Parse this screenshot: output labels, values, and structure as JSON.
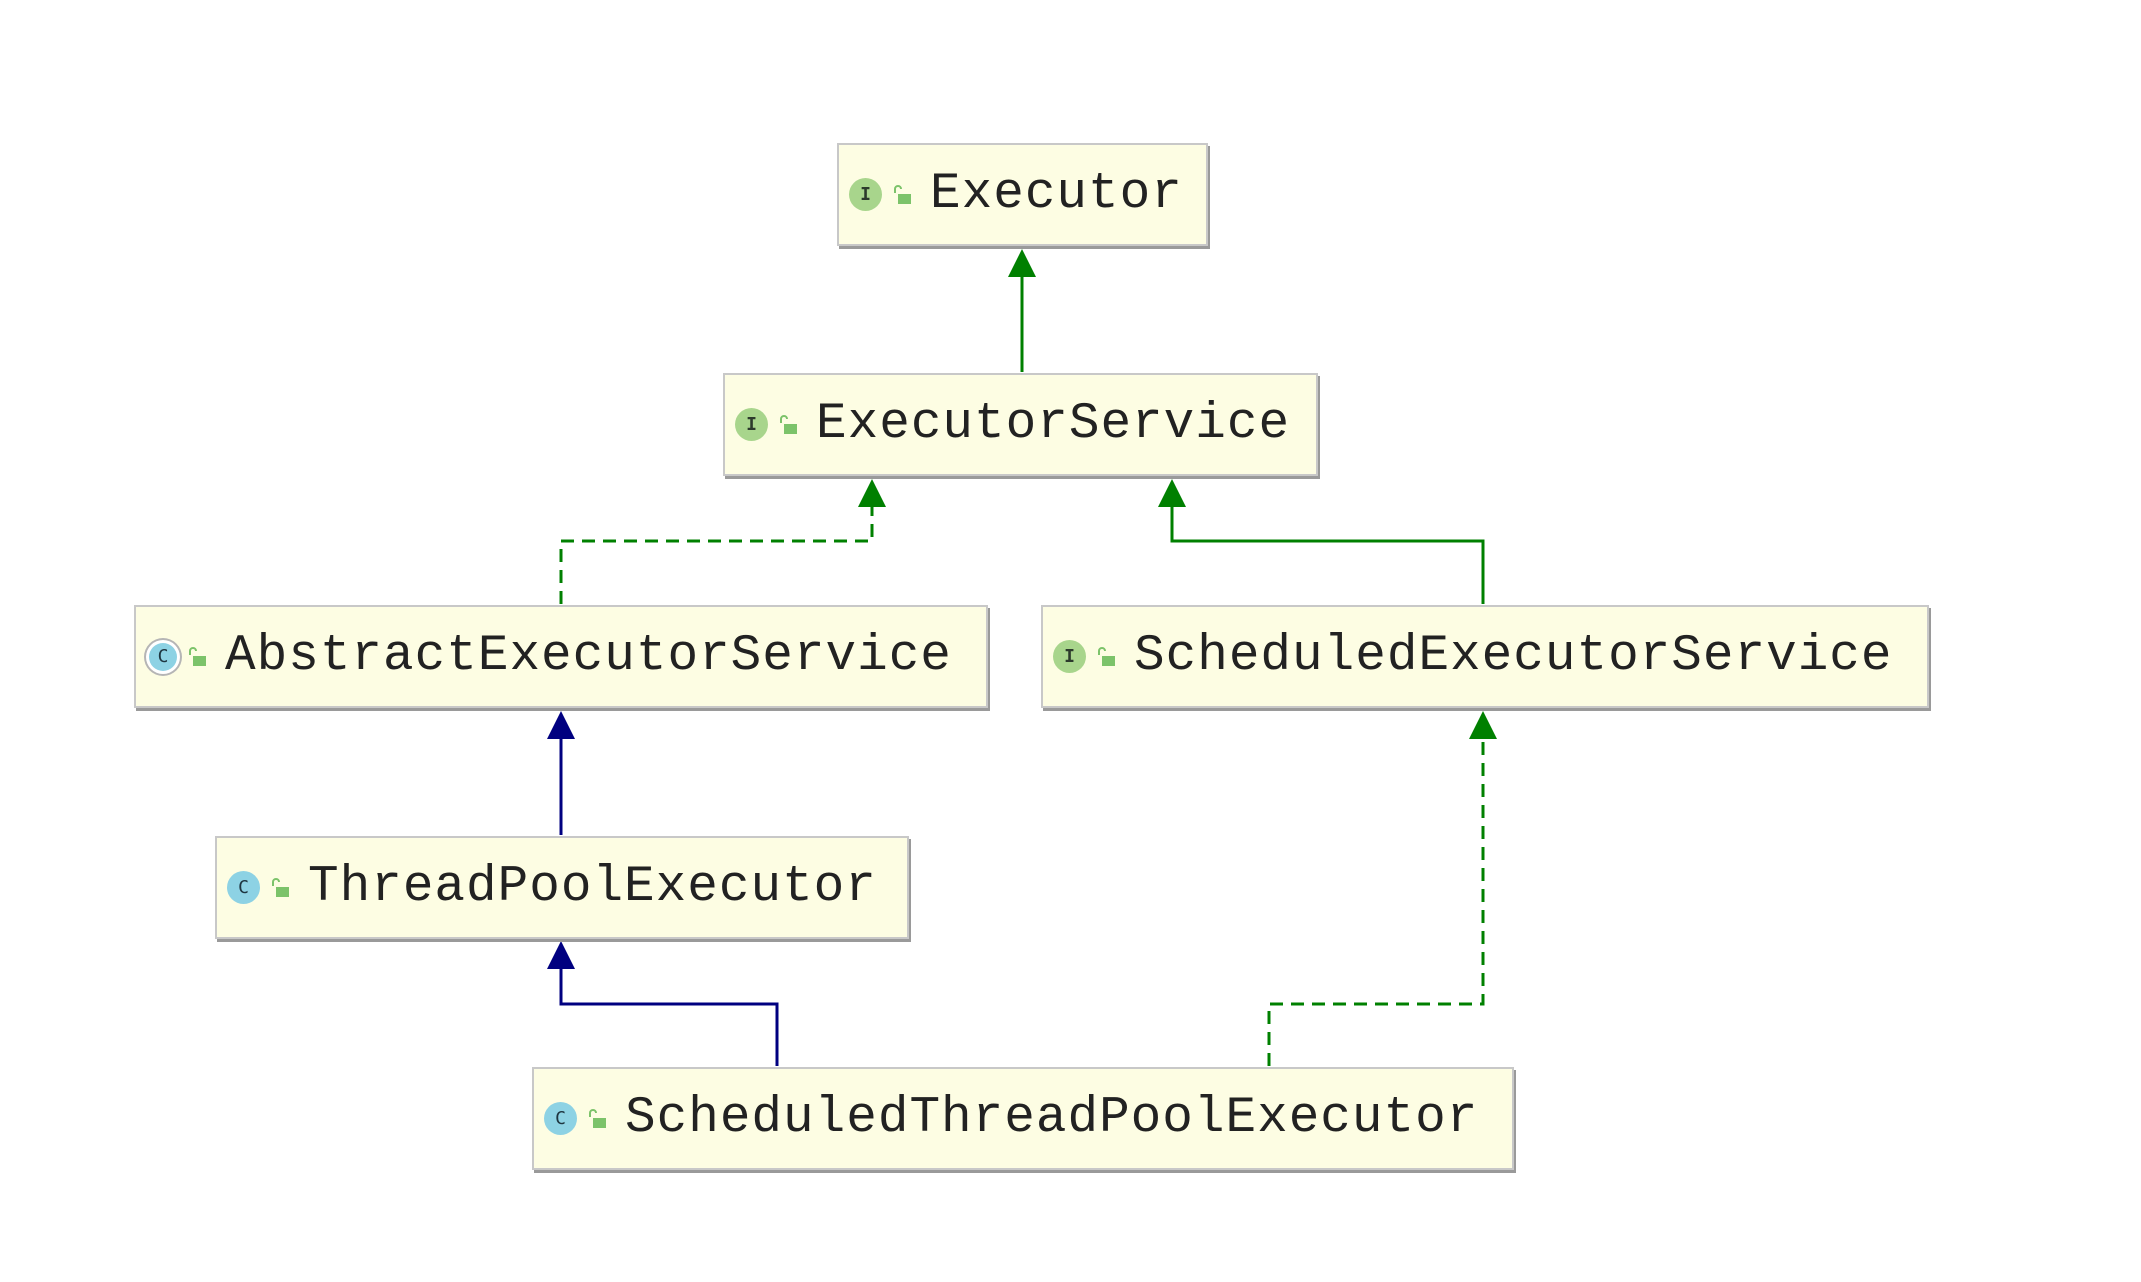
{
  "diagram": {
    "type": "class-hierarchy",
    "nodes": [
      {
        "id": "executor",
        "label": "Executor",
        "kind": "interface",
        "kind_letter": "I",
        "icons": [
          "interface-icon",
          "public-lock-icon"
        ]
      },
      {
        "id": "executor-service",
        "label": "ExecutorService",
        "kind": "interface",
        "kind_letter": "I",
        "icons": [
          "interface-icon",
          "public-lock-icon"
        ]
      },
      {
        "id": "abstract-executor-service",
        "label": "AbstractExecutorService",
        "kind": "abstract-class",
        "kind_letter": "C",
        "icons": [
          "abstract-class-icon",
          "public-lock-icon"
        ]
      },
      {
        "id": "scheduled-executor-service",
        "label": "ScheduledExecutorService",
        "kind": "interface",
        "kind_letter": "I",
        "icons": [
          "interface-icon",
          "public-lock-icon"
        ]
      },
      {
        "id": "thread-pool-executor",
        "label": "ThreadPoolExecutor",
        "kind": "class",
        "kind_letter": "C",
        "icons": [
          "class-icon",
          "public-lock-icon"
        ]
      },
      {
        "id": "scheduled-thread-pool-executor",
        "label": "ScheduledThreadPoolExecutor",
        "kind": "class",
        "kind_letter": "C",
        "icons": [
          "class-icon",
          "public-lock-icon"
        ]
      }
    ],
    "edges": [
      {
        "from": "executor-service",
        "to": "executor",
        "relation": "extends",
        "style": "solid",
        "color": "#008000"
      },
      {
        "from": "abstract-executor-service",
        "to": "executor-service",
        "relation": "implements",
        "style": "dashed",
        "color": "#008000"
      },
      {
        "from": "scheduled-executor-service",
        "to": "executor-service",
        "relation": "extends",
        "style": "solid",
        "color": "#008000"
      },
      {
        "from": "thread-pool-executor",
        "to": "abstract-executor-service",
        "relation": "extends",
        "style": "solid",
        "color": "#000080"
      },
      {
        "from": "scheduled-thread-pool-executor",
        "to": "thread-pool-executor",
        "relation": "extends",
        "style": "solid",
        "color": "#000080"
      },
      {
        "from": "scheduled-thread-pool-executor",
        "to": "scheduled-executor-service",
        "relation": "implements",
        "style": "dashed",
        "color": "#008000"
      }
    ]
  },
  "colors": {
    "node_fill": "#fdfde3",
    "node_border": "#c8c8c8",
    "interface_green": "#008000",
    "class_blue": "#000080",
    "interface_icon": "#a8d58c",
    "class_icon": "#8dd2e4"
  }
}
